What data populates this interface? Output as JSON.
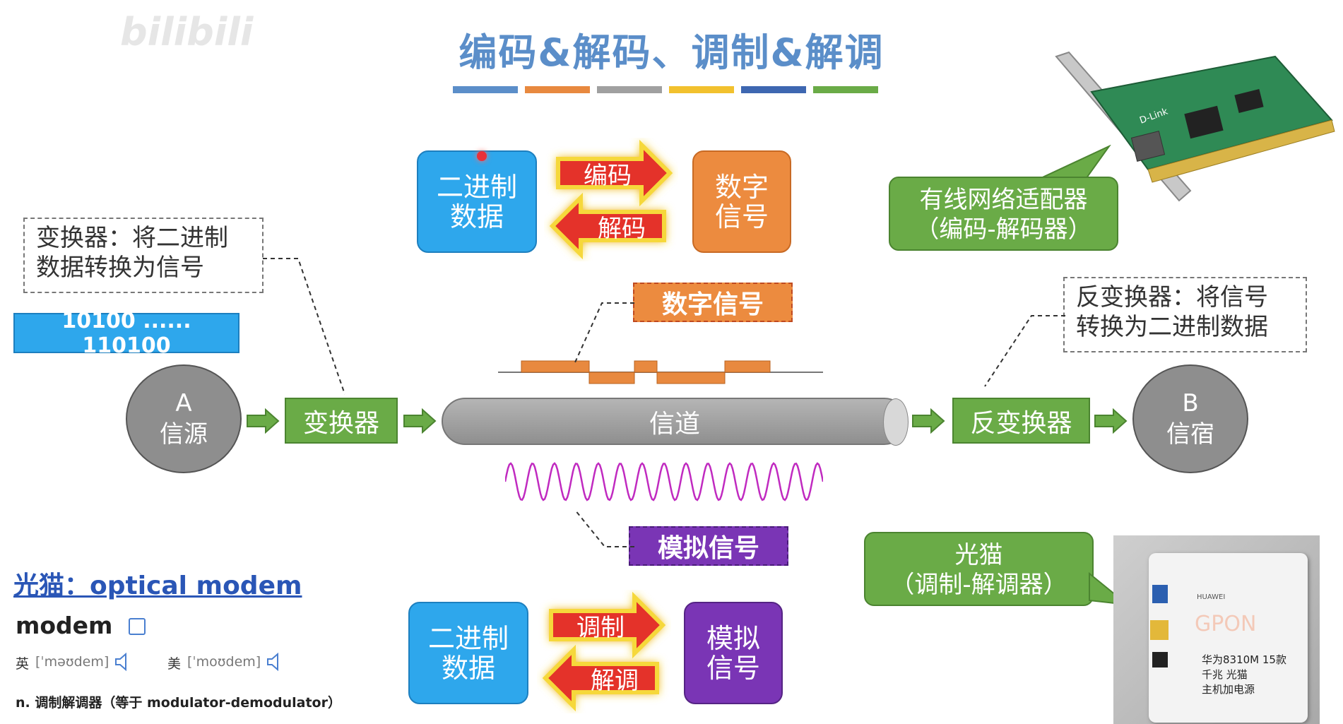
{
  "title": "编码&解码、调制&解调",
  "watermark": "bilibili",
  "colors": {
    "blue": "#5b8ec9",
    "orange": "#e8893f",
    "gray": "#a0a0a0",
    "yellow": "#f2c12e",
    "darkblue": "#3e67b1",
    "green": "#6aab47"
  },
  "top": {
    "binary_box": {
      "line1": "二进制",
      "line2": "数据"
    },
    "encode_label": "编码",
    "decode_label": "解码",
    "digital_box": {
      "line1": "数字",
      "line2": "信号"
    }
  },
  "bottom": {
    "binary_box": {
      "line1": "二进制",
      "line2": "数据"
    },
    "modulate_label": "调制",
    "demodulate_label": "解调",
    "analog_box": {
      "line1": "模拟",
      "line2": "信号"
    }
  },
  "converter_note": {
    "line1": "变换器：将二进制",
    "line2": "数据转换为信号"
  },
  "inverse_note": {
    "line1": "反变换器：将信号",
    "line2": "转换为二进制数据"
  },
  "binary_stream": "10100 ...... 110100",
  "source": {
    "letter": "A",
    "label": "信源"
  },
  "sink": {
    "letter": "B",
    "label": "信宿"
  },
  "converter_label": "变换器",
  "inverse_converter_label": "反变换器",
  "channel_label": "信道",
  "digital_signal_label": "数字信号",
  "analog_signal_label": "模拟信号",
  "nic_callout": {
    "line1": "有线网络适配器",
    "line2": "（编码-解码器）"
  },
  "nic_brand": "D-Link",
  "modem_callout": {
    "line1": "光猫",
    "line2": "（调制-解调器）"
  },
  "modem_photo": {
    "brand": "HUAWEI",
    "product": "GPON",
    "line1": "华为8310M 15款",
    "line2": "千兆 光猫",
    "line3": "主机加电源"
  },
  "dictionary": {
    "heading": "光猫：optical modem",
    "word": "modem",
    "uk_label": "英",
    "uk_phonetic": "[ˈməʊdem]",
    "us_label": "美",
    "us_phonetic": "[ˈmoʊdem]",
    "definition": "n. 调制解调器（等于 modulator-demodulator）"
  }
}
